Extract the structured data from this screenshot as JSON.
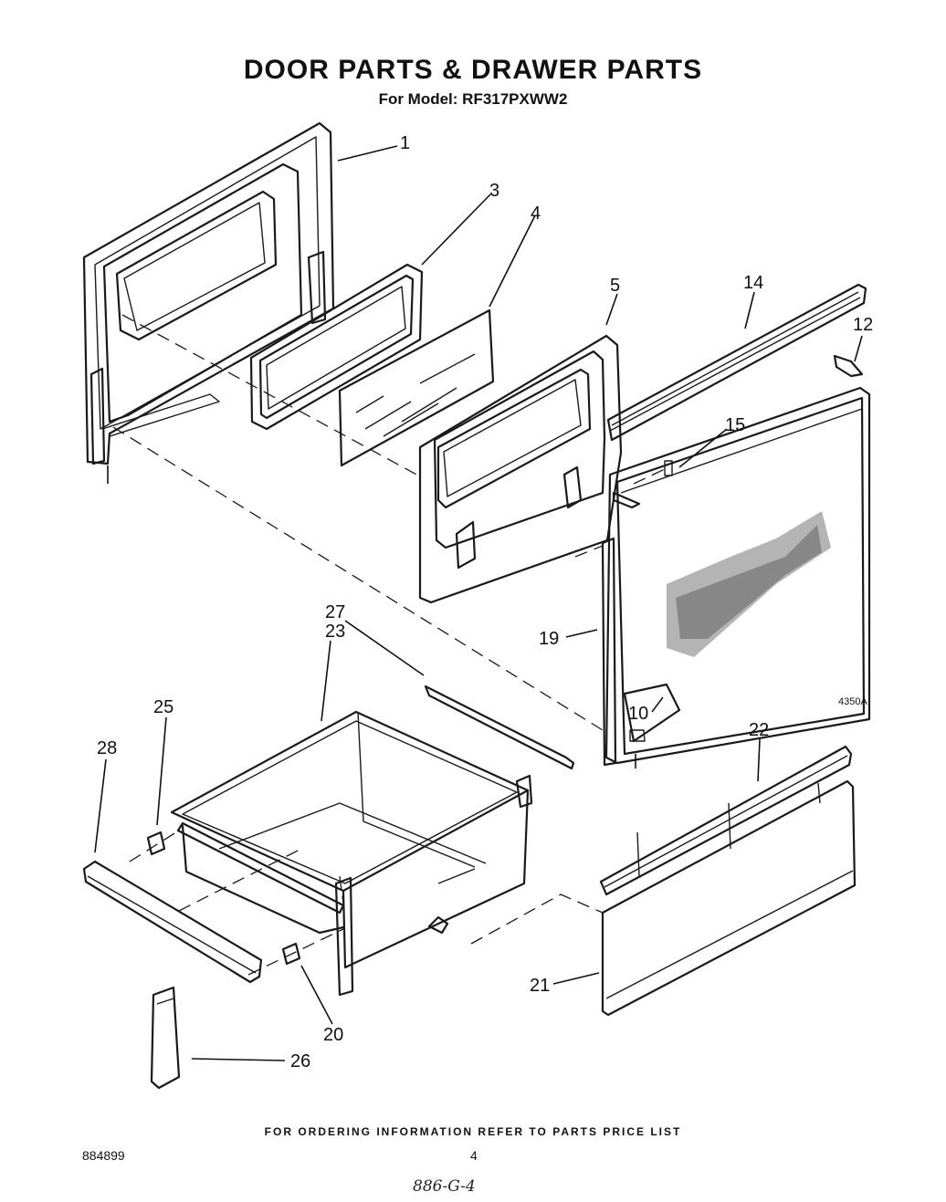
{
  "title": "DOOR PARTS & DRAWER PARTS",
  "subtitle": "For Model: RF317PXWW2",
  "callouts": {
    "c1": "1",
    "c3": "3",
    "c4": "4",
    "c5": "5",
    "c14": "14",
    "c12": "12",
    "c15": "15",
    "c19": "19",
    "c10": "10",
    "c27": "27",
    "c23": "23",
    "c25": "25",
    "c28": "28",
    "c22": "22",
    "c21": "21",
    "c20": "20",
    "c26": "26"
  },
  "figure_code": "4350A",
  "footer": "FOR ORDERING INFORMATION REFER TO PARTS PRICE LIST",
  "doc_number": "884899",
  "page_number": "4",
  "handwritten_note": "886-G-4"
}
